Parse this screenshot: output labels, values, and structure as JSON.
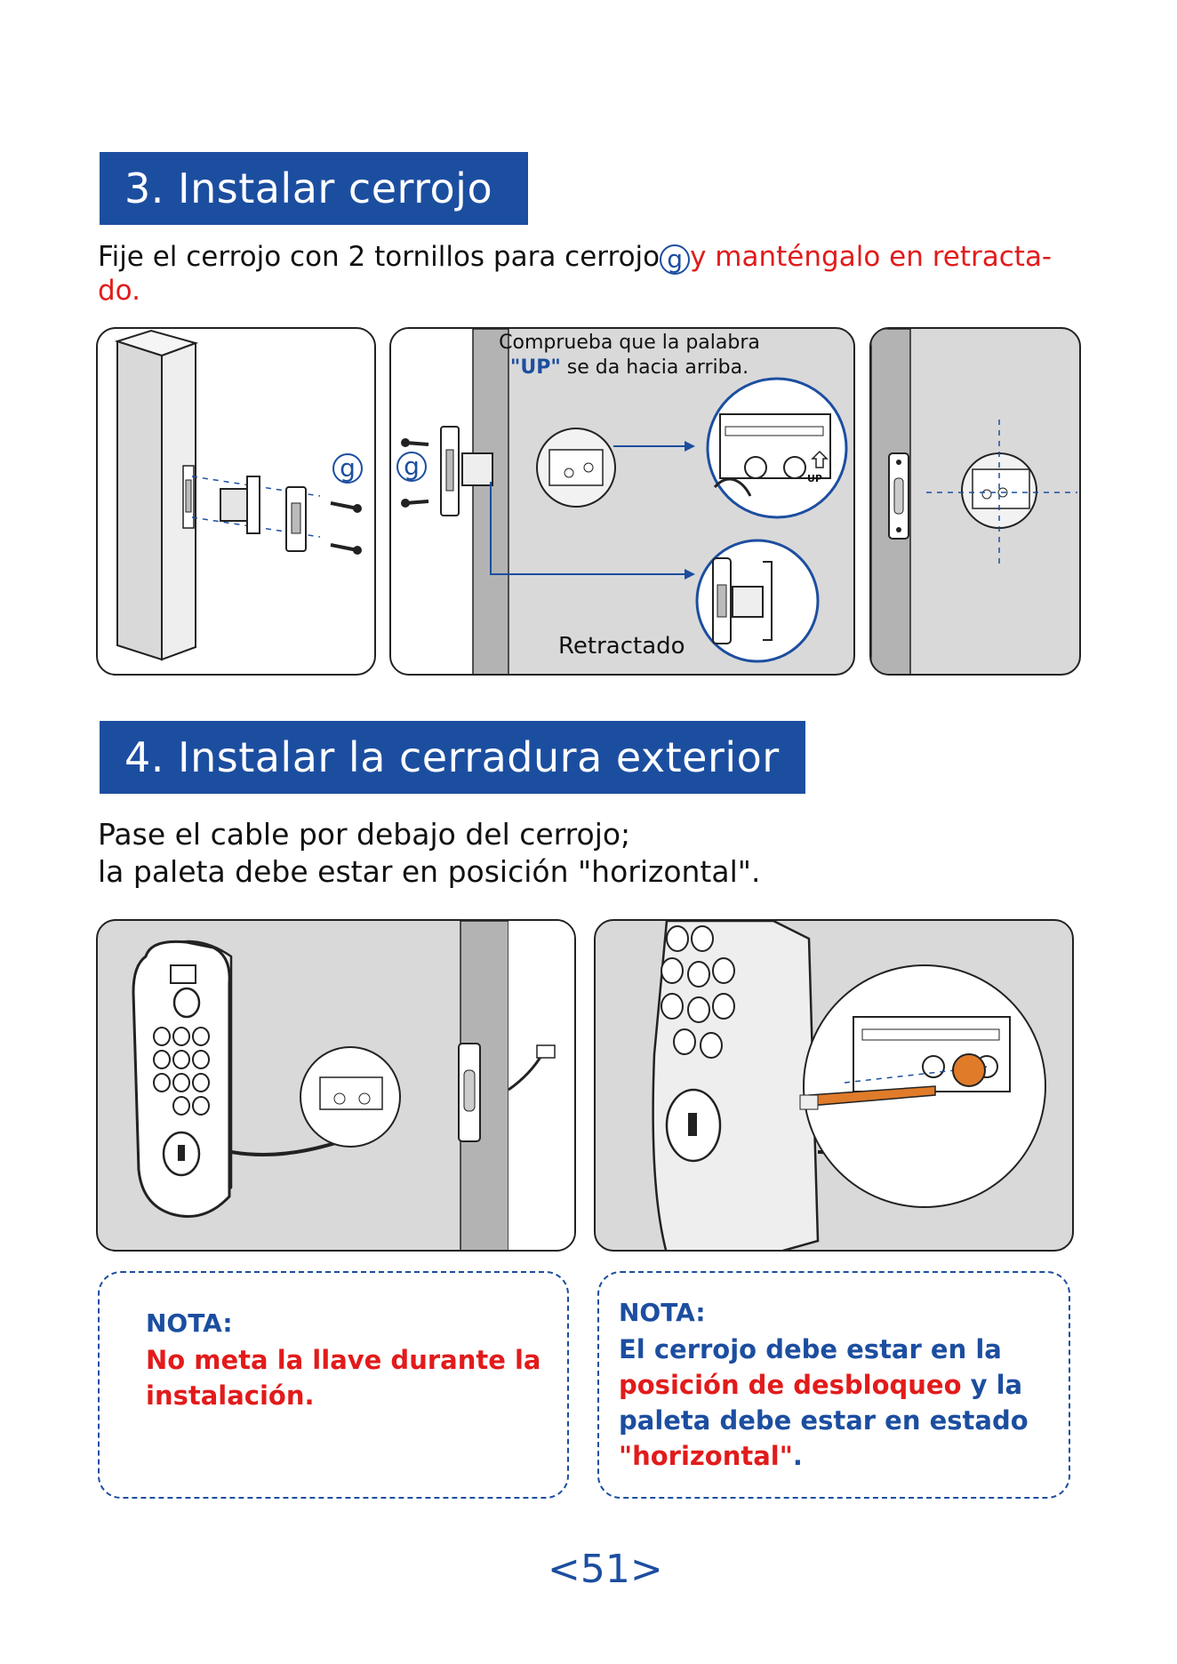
{
  "section3": {
    "title": "3. Instalar cerrojo",
    "intro_part1": "Fije el cerrojo con 2 tornillos para cerrojo",
    "part_symbol": "g",
    "intro_part2_red": "y manténgalo en retracta-",
    "intro_line2_red": "do.",
    "panel2_callout_line1": "Comprueba que la palabra",
    "panel2_callout_up": "\"UP\"",
    "panel2_callout_rest": " se da hacia arriba.",
    "panel2_retracted_label": "Retractado",
    "up_marker": "UP"
  },
  "section4": {
    "title": "4. Instalar la cerradura exterior",
    "intro_line1": "Pase el cable por debajo del cerrojo;",
    "intro_line2": "la paleta debe estar en posición \"horizontal\"."
  },
  "note_left": {
    "title": "NOTA:",
    "line1": "No meta la llave durante la",
    "line2": "instalación."
  },
  "note_right": {
    "title": "NOTA:",
    "line1_blue": "El cerrojo debe estar en la",
    "line2_red": "posición de desbloqueo",
    "line2_blue": " y la",
    "line3_blue": "paleta debe estar en estado",
    "line4_red": "\"horizontal\"",
    "line4_blue": "."
  },
  "page_number": "<51>",
  "colors": {
    "brand_blue": "#1c4ea0",
    "alert_red": "#e21b1b",
    "panel_gray": "#d9d9d9",
    "door_edge_gray": "#b3b3b3",
    "paddle_orange": "#e07b2a"
  }
}
